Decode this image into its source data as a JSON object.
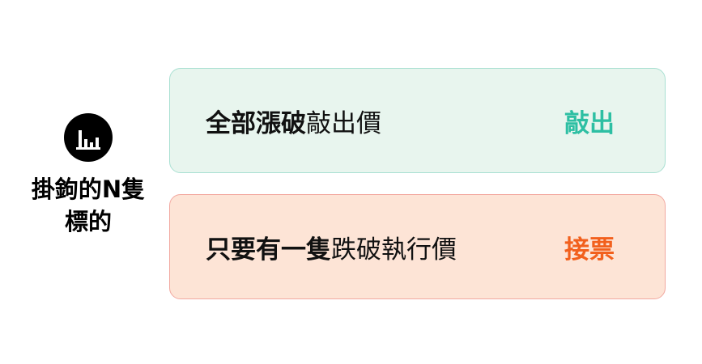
{
  "left": {
    "icon": "bar-chart-icon",
    "title_line1": "掛鉤的N隻",
    "title_line2": "標的"
  },
  "cards": [
    {
      "condition_bold": "全部漲破",
      "condition_normal": "敲出價",
      "result": "敲出",
      "result_color": "#2dbfa3",
      "bg_color": "#e8f5ee",
      "border_color": "#a9e0d2"
    },
    {
      "condition_bold": "只要有一隻",
      "condition_normal": "跌破執行價",
      "result": "接票",
      "result_color": "#f2601d",
      "bg_color": "#fde4d6",
      "border_color": "#f2a8a0"
    }
  ]
}
